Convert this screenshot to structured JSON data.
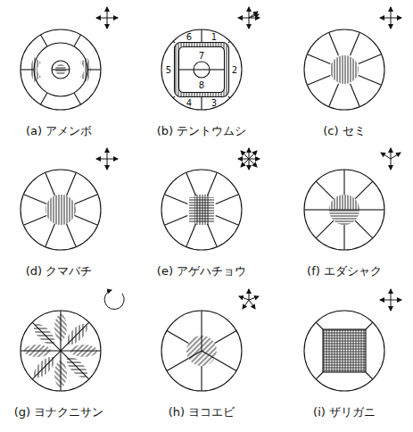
{
  "diagram": {
    "labels": [
      "(a) アメンボ",
      "(b) テントウムシ",
      "(c) セミ",
      "(d) クマバチ",
      "(e) アゲハチョウ",
      "(f) エダシャク",
      "(g) ヨナクニサン",
      "(h) ヨコエビ",
      "(i) ザリガニ",
      "1",
      "2",
      "3",
      "4",
      "5",
      "6",
      "7",
      "8"
    ]
  }
}
